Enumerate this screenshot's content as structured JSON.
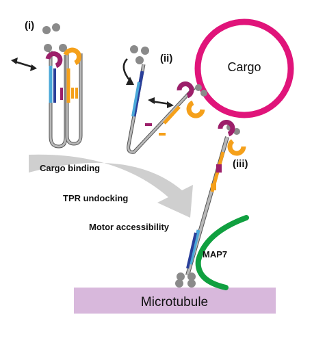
{
  "panels": {
    "i": "(i)",
    "ii": "(ii)",
    "iii": "(iii)"
  },
  "labels": {
    "cargo": "Cargo",
    "microtubule": "Microtubule",
    "map7": "MAP7"
  },
  "steps": [
    "Cargo binding",
    "TPR undocking",
    "Motor accessibility"
  ],
  "colors": {
    "cargo_ring": "#e0147a",
    "microtubule": "#d8b8dc",
    "map7": "#10a040",
    "stalk": "#b8b8b8",
    "stalk_outline": "#555555",
    "cyan": "#4aa8d8",
    "navy": "#2a3f9a",
    "orange": "#f5a01a",
    "tpr_purple": "#9c1f6a",
    "motor_head": "#8a8a8a",
    "arrow_grey": "#cfcfcf"
  }
}
